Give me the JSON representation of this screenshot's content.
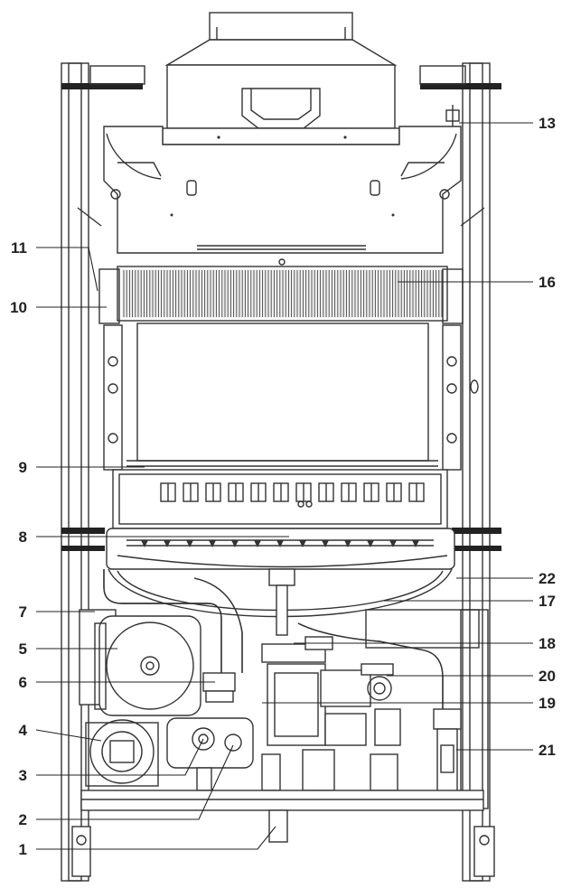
{
  "colors": {
    "line": "#333333",
    "fill": "#d9d9d9",
    "dark": "#222222",
    "background": "#ffffff"
  },
  "callouts": {
    "c1": "1",
    "c2": "2",
    "c3": "3",
    "c4": "4",
    "c5": "5",
    "c6": "6",
    "c7": "7",
    "c8": "8",
    "c9": "9",
    "c10": "10",
    "c11": "11",
    "c13": "13",
    "c16": "16",
    "c17": "17",
    "c18": "18",
    "c19": "19",
    "c20": "20",
    "c21": "21",
    "c22": "22"
  }
}
